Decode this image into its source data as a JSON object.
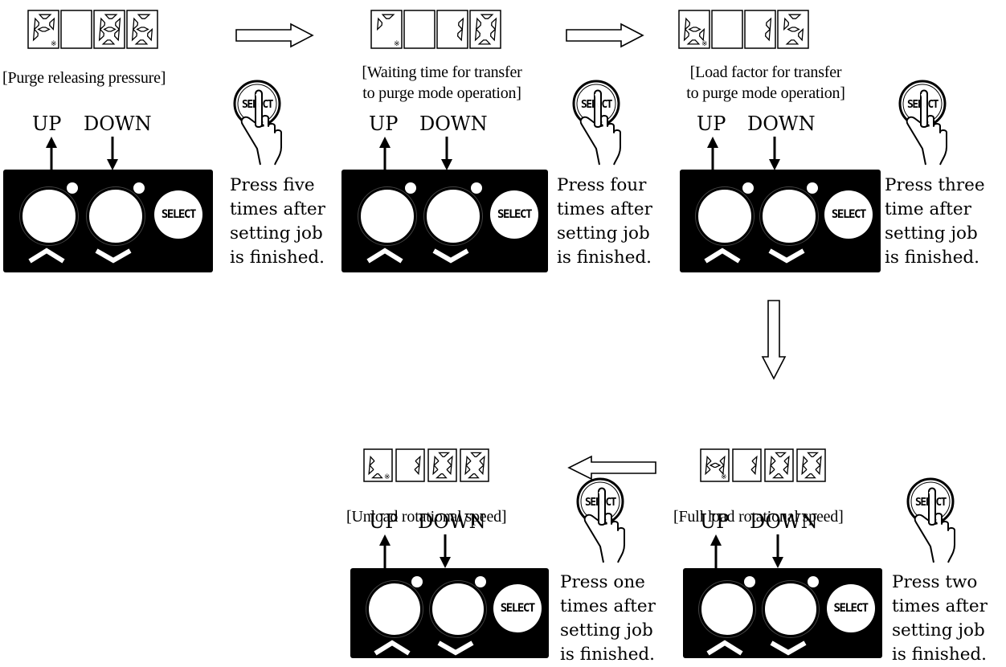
{
  "steps": [
    {
      "id": "purge-releasing-pressure",
      "display_chars": [
        "P",
        "",
        "8",
        "6"
      ],
      "caption": "[Purge releasing pressure]",
      "up_label": "UP",
      "down_label": "DOWN",
      "select_label": "SELECT",
      "instruction": [
        "Press five",
        "times after",
        "setting job",
        "is finished."
      ]
    },
    {
      "id": "waiting-time-transfer",
      "display_chars": [
        "r",
        "",
        "1",
        "0"
      ],
      "caption": [
        "[Waiting time for transfer",
        "to purge mode operation]"
      ],
      "up_label": "UP",
      "down_label": "DOWN",
      "select_label": "SELECT",
      "instruction": [
        "Press four",
        "times after",
        "setting job",
        "is finished."
      ]
    },
    {
      "id": "load-factor-transfer",
      "display_chars": [
        "b",
        "",
        "1",
        "5"
      ],
      "caption": [
        "[Load factor for transfer",
        "to purge mode operation]"
      ],
      "up_label": "UP",
      "down_label": "DOWN",
      "select_label": "SELECT",
      "instruction": [
        "Press three",
        "time after",
        "setting job",
        "is finished."
      ]
    },
    {
      "id": "full-load-rotational-speed",
      "display_chars": [
        "H",
        "1",
        "0",
        "0"
      ],
      "caption": "[Full load rotational speed]",
      "up_label": "UP",
      "down_label": "DOWN",
      "select_label": "SELECT",
      "instruction": [
        "Press two",
        "times after",
        "setting job",
        "is finished."
      ]
    },
    {
      "id": "unload-rotational-speed",
      "display_chars": [
        "L",
        "1",
        "0",
        "0"
      ],
      "caption": "[Unload rotational speed]",
      "up_label": "UP",
      "down_label": "DOWN",
      "select_label": "SELECT",
      "instruction": [
        "Press one",
        "times after",
        "setting job",
        "is finished."
      ]
    }
  ],
  "hand_label": "SELECT",
  "flow_arrows": [
    "right",
    "right",
    "down",
    "left"
  ]
}
